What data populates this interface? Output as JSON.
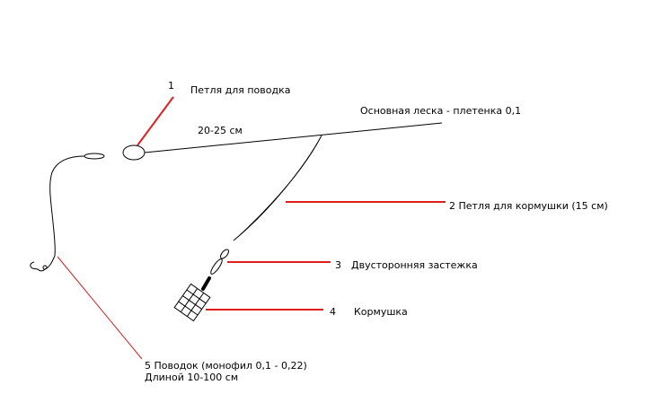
{
  "diagram": {
    "colors": {
      "line": "#000000",
      "pointer": "#e01e1e",
      "pointer_thin": "#d02020",
      "background": "#ffffff"
    },
    "labels": {
      "num1": "1",
      "leader_loop": "Петля для поводка",
      "length_main": "20-25 см",
      "main_line": "Основная леска - плетенка 0,1",
      "feeder_loop": "2 Петля для кормушки (15 см)",
      "num3": "3",
      "swivel": "Двусторонняя застежка",
      "num4": "4",
      "feeder": "Кормушка",
      "leader_line1": "5 Поводок (монофил 0,1 - 0,22)",
      "leader_line2": "Длиной 10-100 см"
    }
  }
}
